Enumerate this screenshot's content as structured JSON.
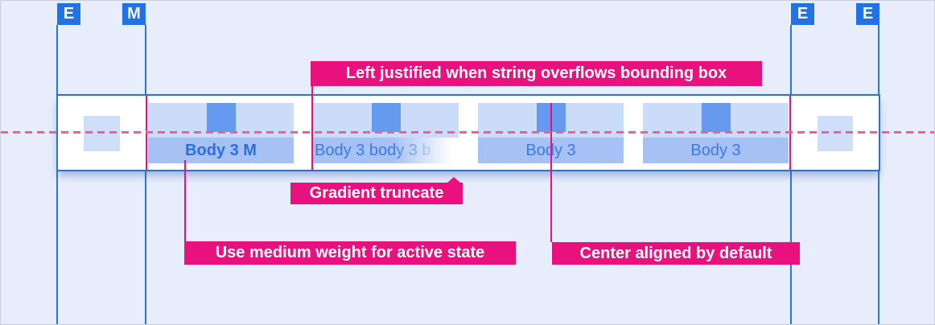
{
  "markers": [
    {
      "letter": "E"
    },
    {
      "letter": "M"
    },
    {
      "letter": "E"
    },
    {
      "letter": "E"
    }
  ],
  "tabbar": {
    "tabs": [
      {
        "label": "Body 3 M",
        "state": "active-medium-weight"
      },
      {
        "label": "Body 3 body 3 b",
        "state": "overflow-gradient-truncate"
      },
      {
        "label": "Body 3",
        "state": "default"
      },
      {
        "label": "Body 3",
        "state": "default"
      }
    ]
  },
  "annotations": {
    "left_justified": "Left justified when string overflows bounding box",
    "gradient_truncate": "Gradient truncate",
    "medium_weight": "Use medium weight for active state",
    "center_aligned": "Center aligned by default"
  },
  "colors": {
    "background": "#E7EDFB",
    "guide_blue": "#2A74E4",
    "marker_blue": "#2173E4",
    "bar_border_blue": "#2B70DF",
    "icon_strip_blue": "#CBDCF9",
    "label_bg_blue": "#A6C1F4",
    "icon_square_blue": "#659AEF",
    "tab_text_blue": "#3B79E8",
    "annotation_pink": "#E9117E",
    "dashed_pink": "#F25BA8"
  }
}
